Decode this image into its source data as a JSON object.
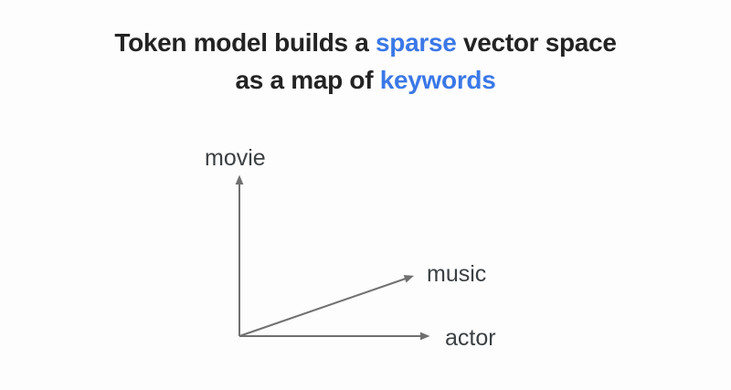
{
  "colors": {
    "background": "#fdfdfd",
    "title_text": "#232323",
    "highlight_blue": "#3b78e7",
    "axis_gray": "#707070",
    "label_text": "#3c4043"
  },
  "title": {
    "line1": {
      "pre": "Token model builds a",
      "highlight": "sparse",
      "post": "vector space"
    },
    "line2": {
      "pre": "as a map of",
      "highlight": "keywords"
    }
  },
  "diagram": {
    "type": "vector-space-axes",
    "labels": {
      "movie": "movie",
      "music": "music",
      "actor": "actor"
    },
    "vectors": [
      {
        "label": "movie",
        "direction": "up"
      },
      {
        "label": "music",
        "direction": "up-right-diagonal"
      },
      {
        "label": "actor",
        "direction": "right"
      }
    ]
  }
}
